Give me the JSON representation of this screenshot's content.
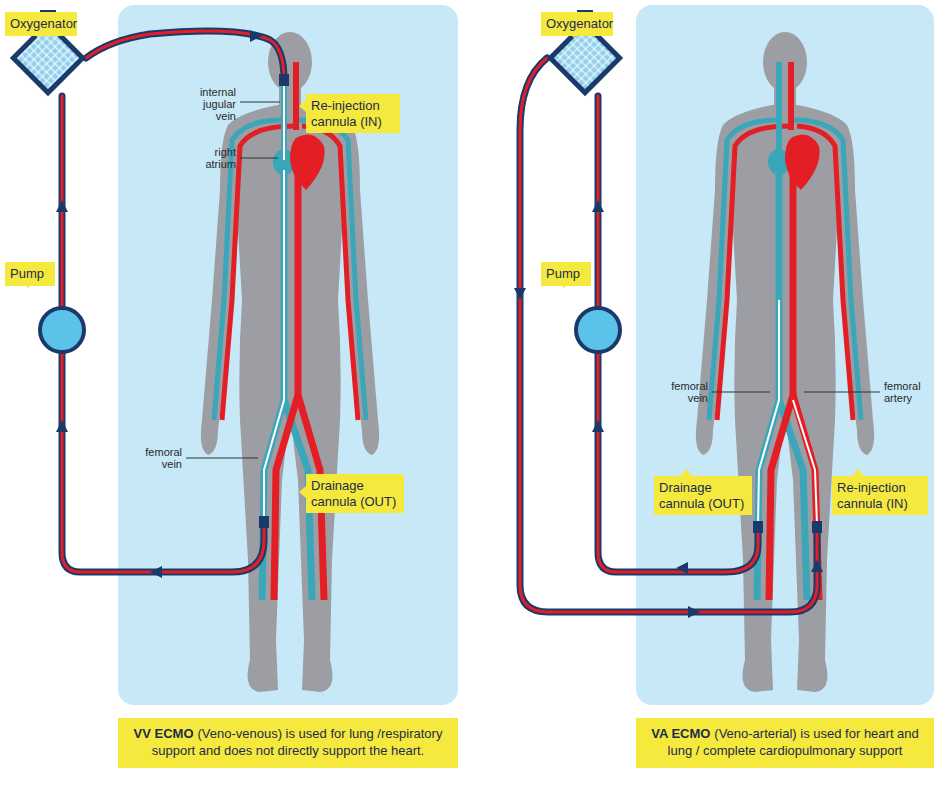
{
  "diagram": {
    "nodes": [
      {
        "text": [
          "Oxygenator"
        ]
      },
      {
        "text": [
          "Re-injection cannula (IN)"
        ]
      },
      {
        "text": [
          "Pump"
        ]
      },
      {
        "text": [
          "Drainage cannula (OUT)"
        ]
      },
      {
        "text": [
          "VV ECMO",
          "(Veno-venous) is used for lung /respiratory support and does not directly support the heart."
        ]
      },
      {
        "text": [
          "Oxygenator"
        ]
      },
      {
        "text": [
          "Pump"
        ]
      },
      {
        "text": [
          "Drainage cannula (OUT)"
        ]
      },
      {
        "text": [
          "Re-injection cannula (IN)"
        ]
      },
      {
        "text": [
          "VA ECMO",
          "(Veno-arterial) is used for heart and lung / complete cardiopulmonary support"
        ]
      }
    ],
    "labels": [
      "internal jugular vein",
      "right atrium",
      "femoral vein",
      "femoral vein",
      "femoral artery"
    ]
  }
}
